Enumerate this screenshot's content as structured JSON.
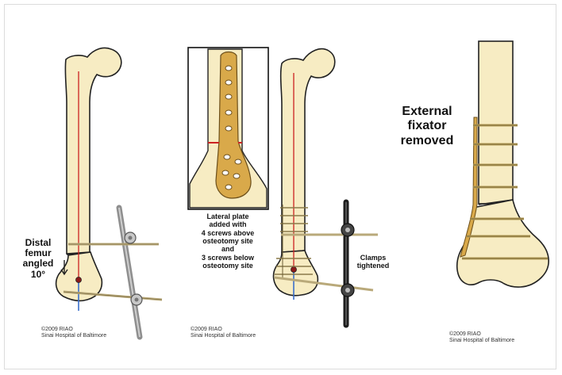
{
  "panel1": {
    "label_lines": [
      "Distal",
      "femur",
      "angled",
      "10°"
    ],
    "credit_line1": "©2009 RIAO",
    "credit_line2": "Sinai Hospital of Baltimore"
  },
  "panel2": {
    "label_lines": [
      "Lateral plate",
      "added with",
      "4 screws above",
      "osteotomy site",
      "and",
      "3 screws below",
      "osteotomy site"
    ],
    "clamp_lines": [
      "Clamps",
      "tightened"
    ],
    "credit_line1": "©2009 RIAO",
    "credit_line2": "Sinai Hospital of Baltimore"
  },
  "panel3": {
    "label_lines": [
      "External",
      "fixator",
      "removed"
    ],
    "credit_line1": "©2009 RIAO",
    "credit_line2": "Sinai Hospital of Baltimore"
  },
  "colors": {
    "bone": "#f7ecc3",
    "outline": "#222222",
    "canal_red": "#cc2222",
    "axis_blue": "#3a6fcc",
    "fixator_gray": "#9a9a9a",
    "fixator_dark": "#2a2a2a",
    "plate_gold": "#d9a94a",
    "wire_tan": "#c9b98a"
  }
}
